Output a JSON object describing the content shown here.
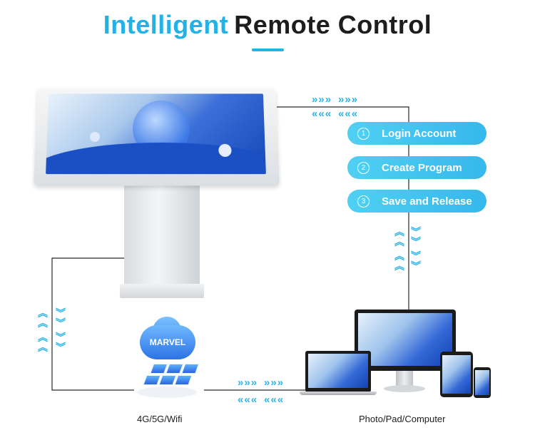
{
  "title": {
    "part1": "Intelligent",
    "part2": "Remote Control"
  },
  "steps": [
    {
      "number": "1",
      "label": "Login Account"
    },
    {
      "number": "2",
      "label": "Create Program"
    },
    {
      "number": "3",
      "label": "Save and Release"
    }
  ],
  "cloud": {
    "brand": "MARVEL"
  },
  "labels": {
    "network": "4G/5G/Wifi",
    "devices": "Photo/Pad/Computer"
  },
  "arrows": {
    "right": "»",
    "left": "«",
    "up": "︽",
    "down": "︾"
  },
  "colors": {
    "accent": "#22b2e6",
    "title_dark": "#1d1d1d",
    "step_fill": "#35b8ec",
    "line": "#2a2a2a"
  },
  "icons": [
    "kiosk-icon",
    "cloud-server-icon",
    "monitor-icon",
    "laptop-icon",
    "tablet-icon",
    "phone-icon"
  ]
}
